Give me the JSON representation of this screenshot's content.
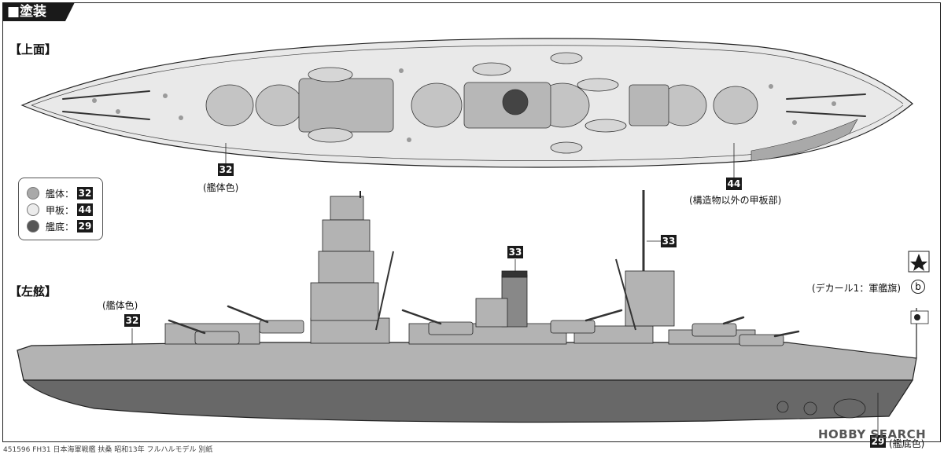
{
  "header": {
    "title": "■塗装"
  },
  "views": {
    "top": {
      "label": "【上面】"
    },
    "side": {
      "label": "【左舷】"
    }
  },
  "callouts": {
    "hull_top": {
      "num": "32",
      "text": "(艦体色)"
    },
    "deck_top": {
      "num": "44",
      "text": "(構造物以外の甲板部)"
    },
    "hull_side": {
      "num": "32",
      "text": "(艦体色)"
    },
    "funnel": {
      "num": "33"
    },
    "mast": {
      "num": "33"
    },
    "bottom": {
      "num": "29",
      "text": "(艦底色)"
    },
    "decal": {
      "text": "(デカール1：軍艦旗)",
      "mark": "b"
    }
  },
  "legend": [
    {
      "label": "艦体：",
      "num": "32",
      "color": "#a9a9a9"
    },
    {
      "label": "甲板：",
      "num": "44",
      "color": "#ececec"
    },
    {
      "label": "艦底：",
      "num": "29",
      "color": "#555555"
    }
  ],
  "colors": {
    "hull": "#b3b3b3",
    "deck": "#e9e9e9",
    "bottom": "#686868",
    "dark": "#1a1a1a"
  },
  "footer": {
    "text": "451596  FH31  日本海軍戦艦 扶桑 昭和13年 フルハルモデル  別紙"
  },
  "watermark": {
    "text": "HOBBY SEARCH"
  }
}
